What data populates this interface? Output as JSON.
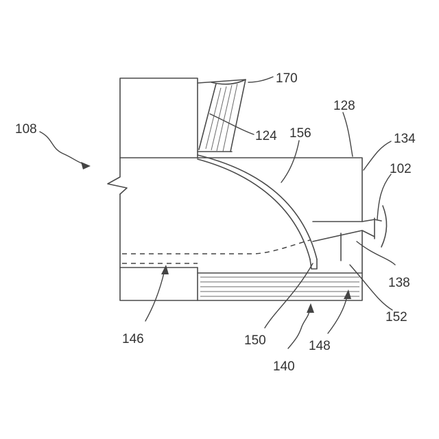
{
  "labels": {
    "ref_108": "108",
    "ref_170": "170",
    "ref_128": "128",
    "ref_124": "124",
    "ref_156": "156",
    "ref_134": "134",
    "ref_102": "102",
    "ref_138": "138",
    "ref_152": "152",
    "ref_146": "146",
    "ref_150": "150",
    "ref_148": "148",
    "ref_140": "140"
  }
}
